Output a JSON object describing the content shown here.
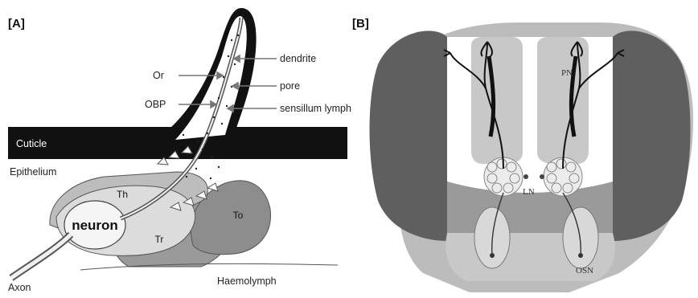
{
  "panels": {
    "a": {
      "label": "[A]",
      "annotations": {
        "dendrite": "dendrite",
        "or": "Or",
        "pore": "pore",
        "obp": "OBP",
        "sensillum_lymph": "sensillum lymph",
        "cuticle": "Cuticle",
        "epithelium": "Epithelium",
        "th": "Th",
        "neuron": "neuron",
        "to": "To",
        "tr": "Tr",
        "axon": "Axon",
        "haemolymph": "Haemolymph"
      }
    },
    "b": {
      "label": "[B]",
      "annotations": {
        "pn": "PN",
        "ln": "LN",
        "osn": "OSN"
      }
    }
  },
  "colors": {
    "black": "#111111",
    "dark_gray": "#5f5f5f",
    "mid_gray": "#9a9a9a",
    "light_gray": "#c8c8c8",
    "pale_gray": "#e6e6e6",
    "white": "#ffffff"
  }
}
